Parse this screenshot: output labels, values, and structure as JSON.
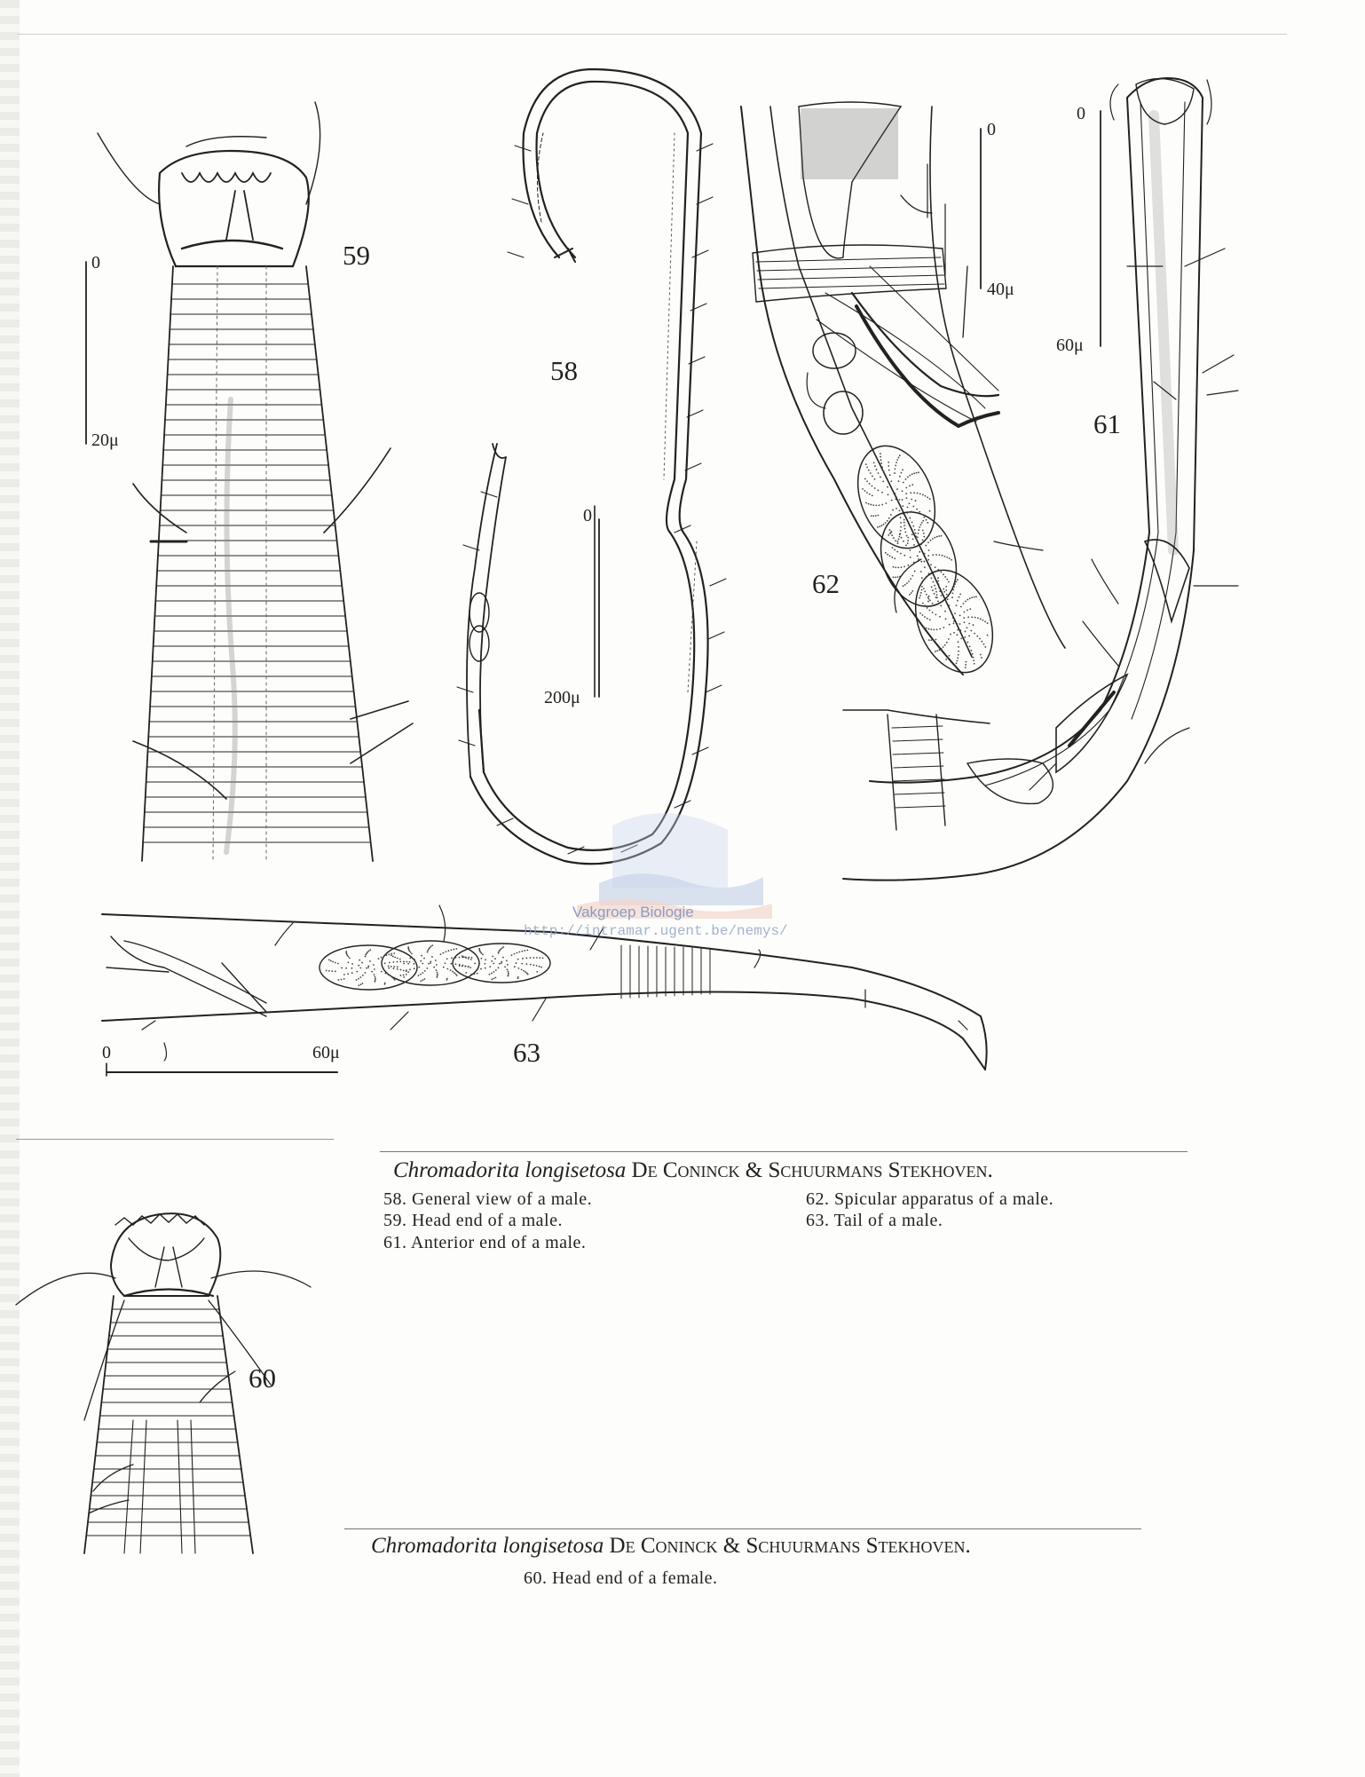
{
  "figure_numbers": {
    "f58": "58",
    "f59": "59",
    "f60": "60",
    "f61": "61",
    "f62": "62",
    "f63": "63"
  },
  "scale_labels": {
    "s59_top": "0",
    "s59_bottom": "20μ",
    "s58_top": "0",
    "s58_bottom": "200μ",
    "s62_top": "0",
    "s62_bottom": "40μ",
    "s61_top": "0",
    "s61_bottom": "60μ",
    "s63_left": "0",
    "s63_right": "60μ"
  },
  "watermark": {
    "text": "Vakgroep Biologie",
    "url": "http://intramar.ugent.be/nemys/"
  },
  "plate_caption_1": {
    "species": "Chromadorita longisetosa",
    "authors": "De Coninck & Schuurmans Stekhoven.",
    "items": [
      "58. General view of a male.",
      "59. Head end of a male.",
      "61. Anterior end of a male.",
      "62. Spicular apparatus of a male.",
      "63. Tail of a male."
    ]
  },
  "plate_caption_2": {
    "species": "Chromadorita longisetosa",
    "authors": "De Coninck & Schuurmans Stekhoven.",
    "items": [
      "60. Head end of a female."
    ]
  }
}
